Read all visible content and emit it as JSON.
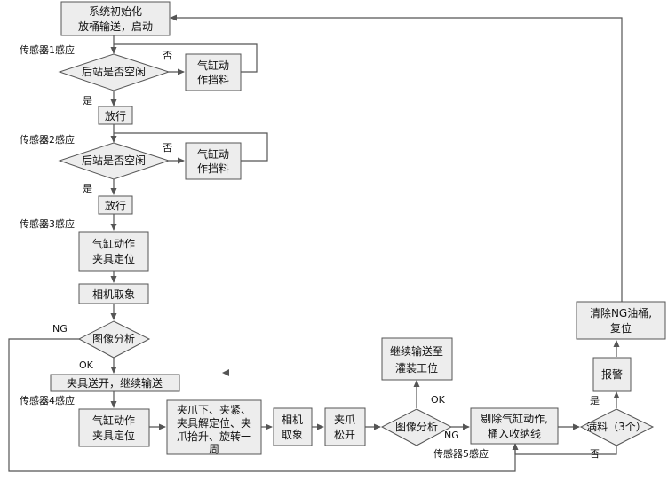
{
  "nodes": {
    "start_l1": "系统初始化",
    "start_l2": "放桶输送，启动",
    "d1": "后站是否空闲",
    "block1_l1": "气缸动",
    "block1_l2": "作挡料",
    "release1": "放行",
    "d2": "后站是否空闲",
    "block2_l1": "气缸动",
    "block2_l2": "作挡料",
    "release2": "放行",
    "fix1_l1": "气缸动作",
    "fix1_l2": "夹具定位",
    "camera": "相机取象",
    "analysis1": "图像分析",
    "clamp_open": "夹具送开，继续输送",
    "fix2_l1": "气缸动作",
    "fix2_l2": "夹具定位",
    "gripper_l1": "夹爪下、夹紧、",
    "gripper_l2": "夹具解定位、夹",
    "gripper_l3": "爪抬升、旋转一",
    "gripper_l4": "周",
    "cam2_l1": "相机",
    "cam2_l2": "取象",
    "release_grip_l1": "夹爪",
    "release_grip_l2": "松开",
    "analysis2": "图像分析",
    "continue_l1": "继续输送至",
    "continue_l2": "灌装工位",
    "reject_l1": "剔除气缸动作,",
    "reject_l2": "桶入收纳线",
    "d_clear": "满料（3个）",
    "alarm": "报警",
    "clear_ng_l1": "清除NG油桶,",
    "clear_ng_l2": "复位"
  },
  "labels": {
    "sensor1": "传感器1感应",
    "sensor2": "传感器2感应",
    "sensor3": "传感器3感应",
    "sensor4": "传感器4感应",
    "sensor5": "传感器5感应",
    "no1": "否",
    "yes1": "是",
    "no2": "否",
    "yes2": "是",
    "ng1": "NG",
    "ok1": "OK",
    "ok2": "OK",
    "ng2": "NG",
    "yes3": "是",
    "no3": "否"
  }
}
